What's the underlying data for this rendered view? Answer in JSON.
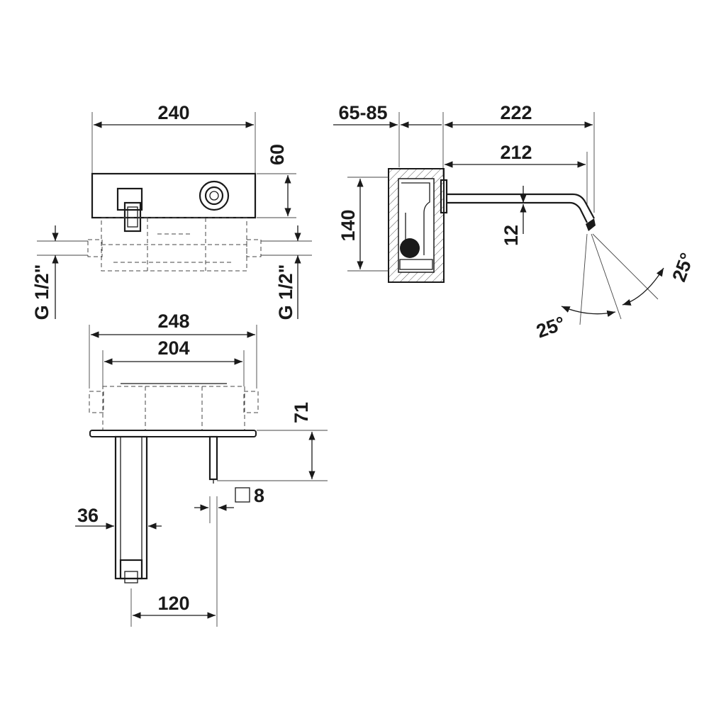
{
  "dimensions": {
    "top_width": "240",
    "box_height": "60",
    "thread_left": "G 1/2\"",
    "thread_right": "G 1/2\"",
    "wall_depth": "65-85",
    "spout_length_total": "222",
    "spout_length": "212",
    "body_height": "140",
    "spout_drop": "12",
    "angle_right": "25°",
    "angle_left": "25°",
    "plate_width": "248",
    "inner_width": "204",
    "plate_depth": "71",
    "lever_square": "8",
    "spout_width": "36",
    "spout_offset": "120"
  }
}
